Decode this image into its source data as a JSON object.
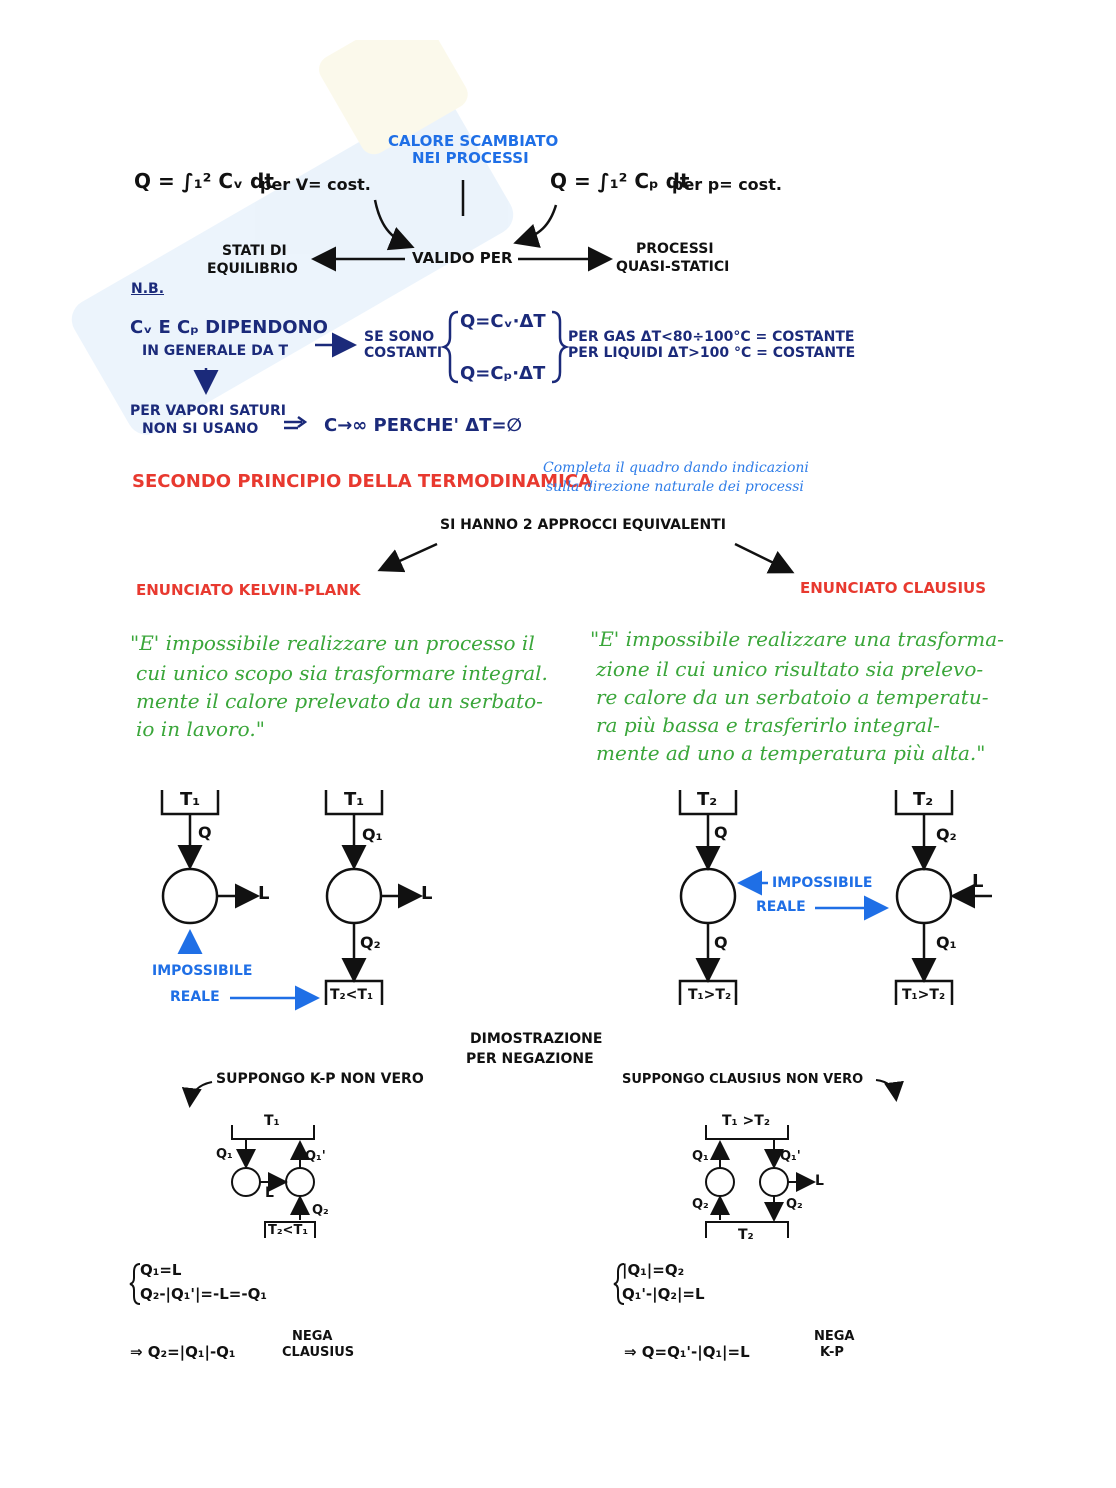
{
  "header": {
    "calore_title_1": "CALORE SCAMBIATO",
    "calore_title_2": "NEI PROCESSI",
    "eq_cv": "Q = ∫₁² Cᵥ dt",
    "per_v_cost": "per V= cost.",
    "eq_cp": "Q = ∫₁² Cₚ dt",
    "per_p_cost": "per p= cost.",
    "valido_per": "VALIDO PER",
    "stati_1": "STATI DI",
    "stati_2": "EQUILIBRIO",
    "processi_1": "PROCESSI",
    "processi_2": "QUASI-STATICI"
  },
  "nb": {
    "label": "N.B.",
    "cv_cp_1": "Cᵥ E Cₚ DIPENDONO",
    "cv_cp_2": "IN GENERALE DA T",
    "se_sono_1": "SE SONO",
    "se_sono_2": "COSTANTI",
    "eq1": "Q=Cᵥ·ΔT",
    "eq2": "Q=Cₚ·ΔT",
    "gas": "PER GAS  ΔT<80÷100°C = COSTANTE",
    "liquidi": "PER LIQUIDI  ΔT>100 °C = COSTANTE",
    "vapori_1": "PER VAPORI SATURI",
    "vapori_2": "NON SI USANO",
    "c_inf": "C→∞ PERCHE' ΔT=∅"
  },
  "secondo": {
    "title": "SECONDO PRINCIPIO DELLA TERMODINAMICA",
    "note_1": "Completa il quadro dando indicazioni",
    "note_2": "sulla direzione naturale dei processi",
    "approcci": "SI HANNO 2 APPROCCI EQUIVALENTI"
  },
  "kelvin": {
    "title": "ENUNCIATO KELVIN-PLANK",
    "line1": "\"E' impossibile realizzare un processo il",
    "line2": "cui unico scopo sia trasformare integral.",
    "line3": "mente il calore prelevato da un serbato-",
    "line4": "io in lavoro.\""
  },
  "clausius": {
    "title": "ENUNCIATO CLAUSIUS",
    "line1": "\"E' impossibile realizzare una trasforma-",
    "line2": "zione il cui unico risultato sia prelevo-",
    "line3": "re calore da un serbatoio a temperatu-",
    "line4": "ra più bassa e trasferirlo integral-",
    "line5": "mente ad uno a temperatura più alta.\""
  },
  "diagrams": {
    "T1": "T₁",
    "T2": "T₂",
    "Q": "Q",
    "Q1": "Q₁",
    "Q2": "Q₂",
    "L": "L",
    "T2_lt_T1": "T₂<T₁",
    "T1_gt_T2": "T₁>T₂",
    "impossibile": "IMPOSSIBILE",
    "reale": "REALE"
  },
  "dimostrazione": {
    "title_1": "DIMOSTRAZIONE",
    "title_2": "PER NEGAZIONE",
    "left_head": "SUPPONGO K-P NON VERO",
    "right_head": "SUPPONGO CLAUSIUS NON VERO",
    "left_T1": "T₁",
    "left_bottom": "T₂<T₁",
    "left_Q1": "Q₁",
    "left_Q1p": "Q₁'",
    "left_Q2": "Q₂",
    "left_L": "L",
    "right_top": "T₁ >T₂",
    "right_T2": "T₂",
    "right_Q1": "Q₁",
    "right_Q1p": "Q₁'",
    "right_Q2a": "Q₂",
    "right_Q2b": "Q₂",
    "right_L": "L",
    "left_sys_1": "Q₁=L",
    "left_sys_2": "Q₂-|Q₁'|=-L=-Q₁",
    "left_res": "⇒ Q₂=|Q₁|-Q₁",
    "left_nega_1": "NEGA",
    "left_nega_2": "CLAUSIUS",
    "right_sys_1": "|Q₁|=Q₂",
    "right_sys_2": "Q₁'-|Q₂|=L",
    "right_res": "⇒ Q=Q₁'-|Q₁|=L",
    "right_nega_1": "NEGA",
    "right_nega_2": "K-P"
  },
  "colors": {
    "blue": "#1f6fe6",
    "navy": "#1b2a7a",
    "red": "#e8392f",
    "green": "#3aa63a"
  }
}
